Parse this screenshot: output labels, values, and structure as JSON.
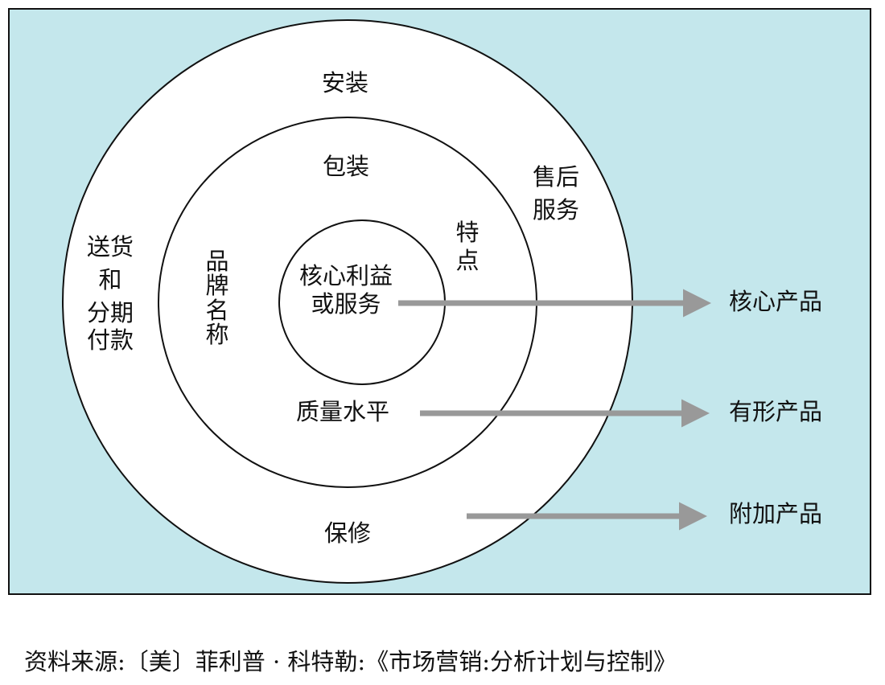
{
  "colors": {
    "background": "#c4e7ec",
    "ring": "#ffffff",
    "stroke": "#111111",
    "arrow": "#999999"
  },
  "rings": {
    "core": {
      "lines": [
        "核心利益",
        "或服务"
      ]
    },
    "tangible": {
      "top": "包装",
      "left": "品牌名称",
      "right": "特点",
      "bottom": "质量水平"
    },
    "augmented": {
      "top": "安装",
      "left": [
        "送货",
        "和",
        "分期",
        "付款"
      ],
      "right": [
        "售后",
        "服务"
      ],
      "bottom": "保修"
    }
  },
  "levels": [
    "核心产品",
    "有形产品",
    "附加产品"
  ],
  "caption": "资料来源:〔美〕菲利普 · 科特勒:《市场营销:分析计划与控制》"
}
